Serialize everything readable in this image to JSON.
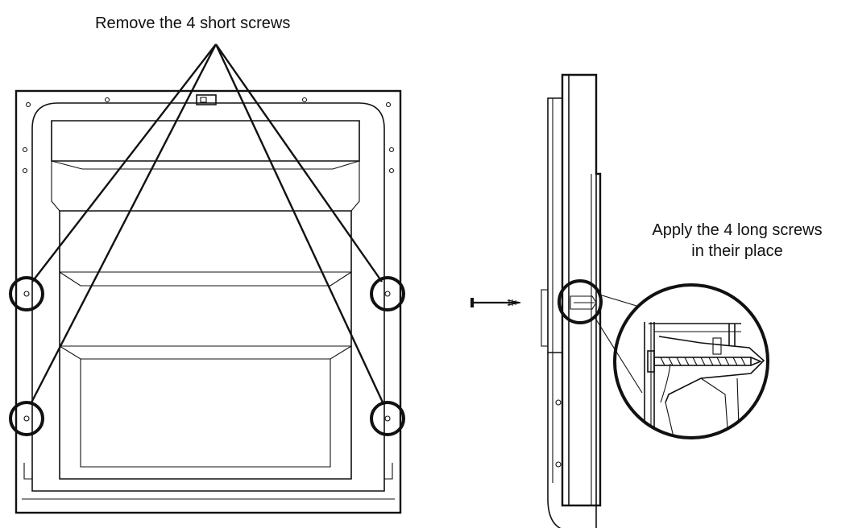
{
  "instructions": {
    "remove_text": "Remove the 4 short screws",
    "apply_line1": "Apply the 4 long screws",
    "apply_line2": "in their place"
  },
  "colors": {
    "line": "#111111",
    "background": "#ffffff"
  },
  "icons": {
    "screw": "long-screw-icon"
  }
}
